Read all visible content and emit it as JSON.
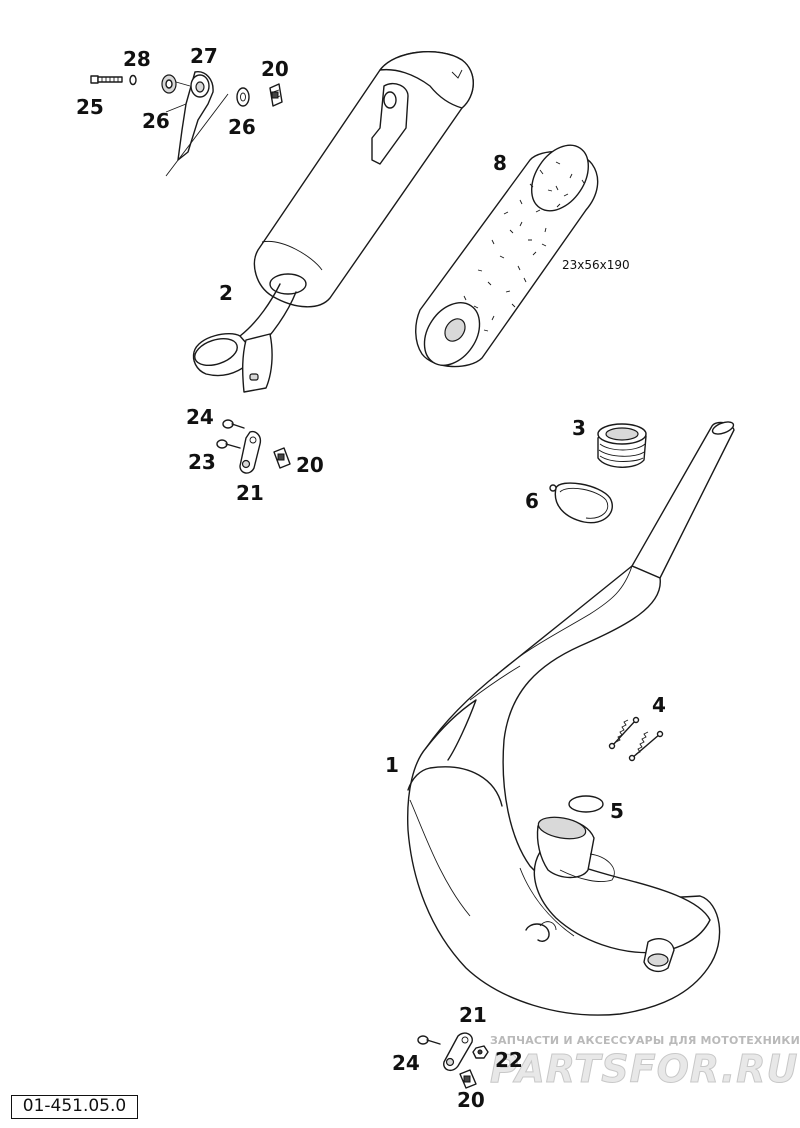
{
  "diagram": {
    "part_labels": {
      "p28": "28",
      "p27": "27",
      "p20_top": "20",
      "p25": "25",
      "p26_left": "26",
      "p26_right": "26",
      "p8": "8",
      "p2": "2",
      "p24_mid": "24",
      "p23": "23",
      "p21_mid": "21",
      "p20_mid": "20",
      "p3": "3",
      "p6": "6",
      "p4": "4",
      "p1": "1",
      "p5": "5",
      "p21_bottom": "21",
      "p24_bottom": "24",
      "p22": "22",
      "p20_bottom": "20"
    },
    "dimension_label": "23x56x190",
    "doc_number": "01-451.05.0"
  },
  "watermark": {
    "caption": "ЗАПЧАСТИ И АКСЕССУАРЫ ДЛЯ МОТОТЕХНИКИ",
    "logo": "PARTSFOR.RU"
  }
}
